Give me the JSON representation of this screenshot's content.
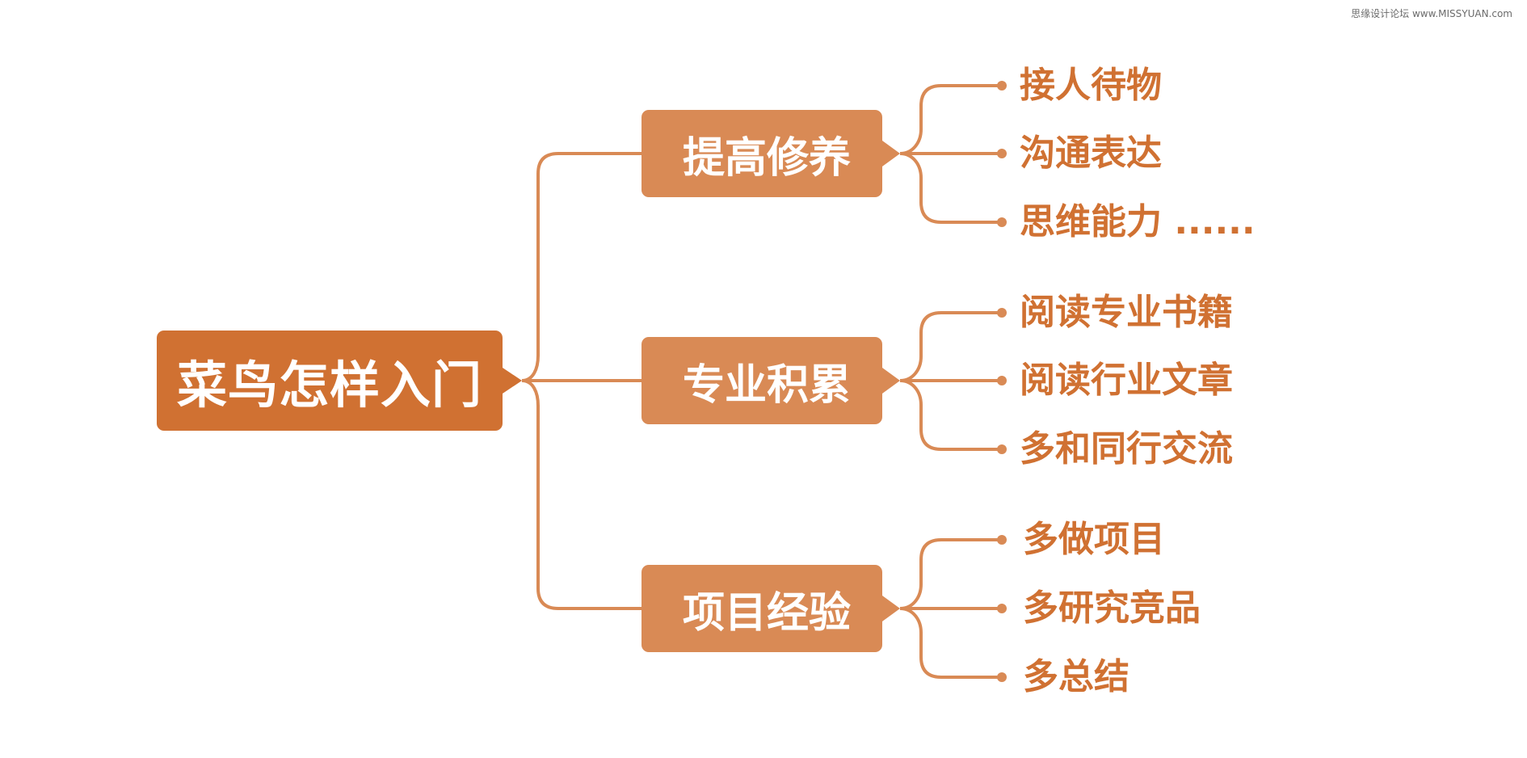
{
  "watermark": "思缘设计论坛 www.MISSYUAN.com",
  "colors": {
    "root_fill": "#d07132",
    "branch_fill": "#d98a55",
    "connector": "#d98a55",
    "leaf_text": "#d07132"
  },
  "root": {
    "label": "菜鸟怎样入门"
  },
  "branches": [
    {
      "label": "提高修养",
      "children": [
        "接人待物",
        "沟通表达",
        "思维能力 ......"
      ]
    },
    {
      "label": "专业积累",
      "children": [
        "阅读专业书籍",
        "阅读行业文章",
        "多和同行交流"
      ]
    },
    {
      "label": "项目经验",
      "children": [
        "多做项目",
        "多研究竞品",
        "多总结"
      ]
    }
  ]
}
